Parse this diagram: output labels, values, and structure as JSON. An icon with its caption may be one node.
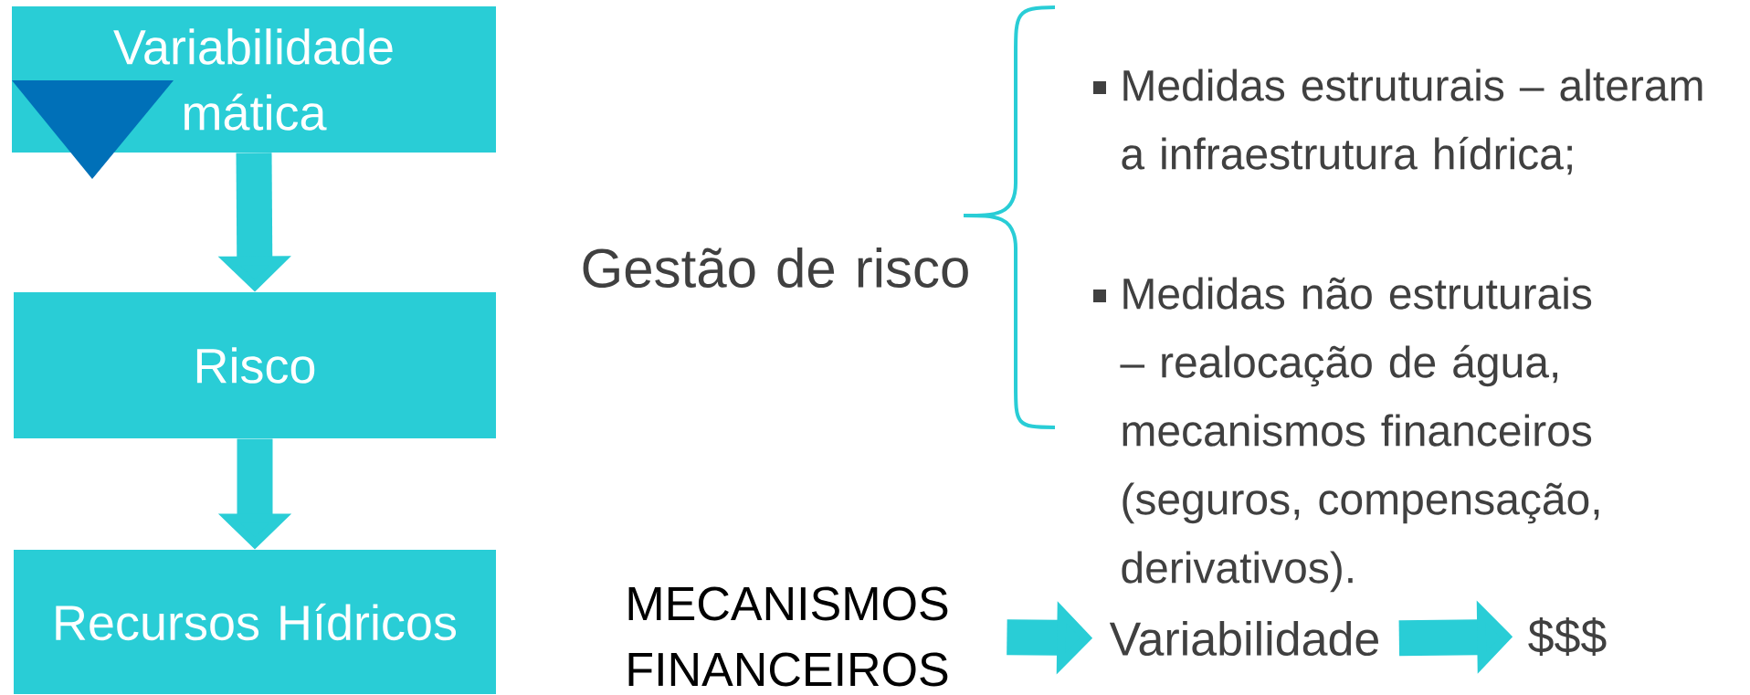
{
  "diagram": {
    "nodes": [
      {
        "text": [
          "Variabilidade mática"
        ]
      },
      {
        "text": [
          "Risco"
        ]
      },
      {
        "text": [
          "Recursos Hídricos"
        ]
      },
      {
        "text": [
          "MECANISMOS FINANCEIROS"
        ]
      },
      {
        "text": [
          "Variabilidade"
        ]
      },
      {
        "text": [
          "$$$"
        ]
      }
    ],
    "edges": [
      {
        "from": 0,
        "to": 1,
        "arrow": "to"
      },
      {
        "from": 1,
        "to": 2,
        "arrow": "to"
      },
      {
        "from": 3,
        "to": 4,
        "arrow": "to"
      },
      {
        "from": 4,
        "to": 5,
        "arrow": "to"
      }
    ],
    "labels": [
      "Gestão de risco",
      "Medidas estruturais – alteram a infraestrutura hídrica;",
      "Medidas não estruturais – realocação de água, mecanismos financeiros (seguros, compensação, derivativos)."
    ]
  }
}
